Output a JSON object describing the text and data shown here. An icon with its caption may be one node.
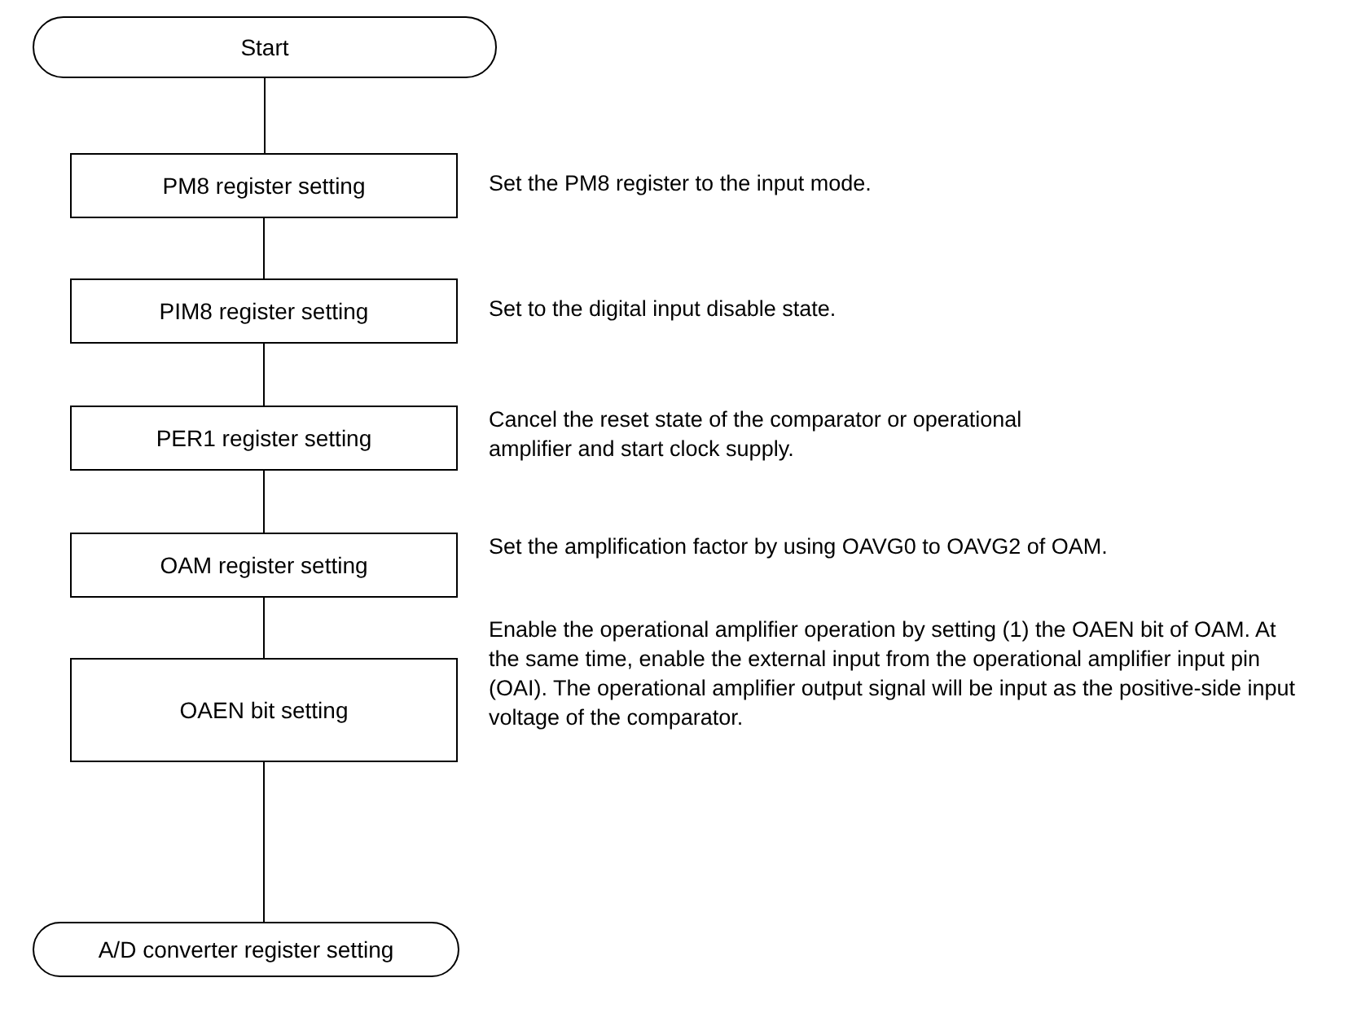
{
  "diagram": {
    "nodes": [
      {
        "text": [
          "Start"
        ]
      },
      {
        "text": [
          "PM8 register setting"
        ],
        "beside": [
          "Set the PM8 register to the input mode."
        ]
      },
      {
        "text": [
          "PIM8 register setting"
        ],
        "beside": [
          "Set to the digital input disable state."
        ]
      },
      {
        "text": [
          "PER1 register setting"
        ],
        "beside": [
          "Cancel the reset state of the comparator or operational amplifier and start clock supply."
        ]
      },
      {
        "text": [
          "OAM register setting"
        ],
        "beside": [
          "Set the amplification factor by using OAVG0 to OAVG2 of OAM."
        ]
      },
      {
        "text": [
          "OAEN bit setting"
        ],
        "beside": [
          "Enable the operational amplifier operation by setting (1) the OAEN bit of OAM.  At the same time, enable the external input from the operational amplifier input pin (OAI).  The operational amplifier output signal will be input as the positive-side input voltage of the comparator."
        ]
      },
      {
        "text": [
          "A/D converter register setting"
        ]
      }
    ],
    "edges": [
      {
        "from": 0,
        "to": 1,
        "arrow": "none"
      },
      {
        "from": 1,
        "to": 2,
        "arrow": "none"
      },
      {
        "from": 2,
        "to": 3,
        "arrow": "none"
      },
      {
        "from": 3,
        "to": 4,
        "arrow": "none"
      },
      {
        "from": 4,
        "to": 5,
        "arrow": "none"
      },
      {
        "from": 5,
        "to": 6,
        "arrow": "none"
      }
    ]
  }
}
